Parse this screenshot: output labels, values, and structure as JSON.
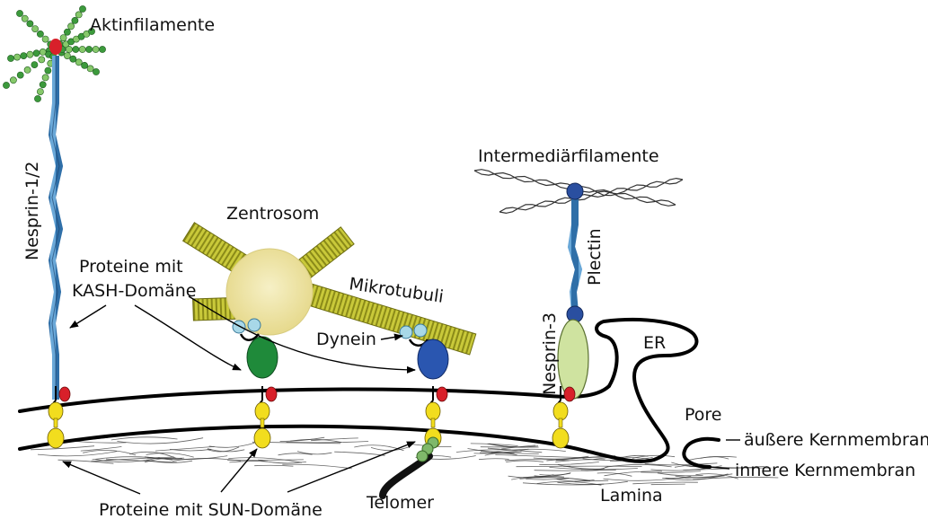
{
  "labels": {
    "actin": "Aktinfilamente",
    "nesprin12": "Nesprin-1/2",
    "zentrosom": "Zentrosom",
    "kash_line1": "Proteine mit",
    "kash_line2": "KASH-Domäne",
    "mikrotubuli": "Mikrotubuli",
    "dynein": "Dynein",
    "intermediar": "Intermediärfilamente",
    "plectin": "Plectin",
    "nesprin3": "Nesprin-3",
    "er": "ER",
    "pore": "Pore",
    "outer_membrane": "äußere Kernmembran",
    "inner_membrane": "innere Kernmembran",
    "lamina": "Lamina",
    "telomer": "Telomer",
    "sun": "Proteine mit SUN-Domäne"
  },
  "colors": {
    "nesprin_blue": "#2f6fa8",
    "actin_green": "#3c9a3c",
    "microtubule_yellow": "#b8b830",
    "centrosome": "#efe6a8",
    "dynein_light": "#a8d8e8",
    "kinesin_green": "#1f8a3a",
    "dynein_blue": "#2a56b0",
    "sun_yellow": "#f2dd1e",
    "kash_red": "#d8202a",
    "nesprin3_green": "#cfe3a0",
    "plectin_knob": "#2a4fa0",
    "telomer_green": "#7fb86a"
  }
}
